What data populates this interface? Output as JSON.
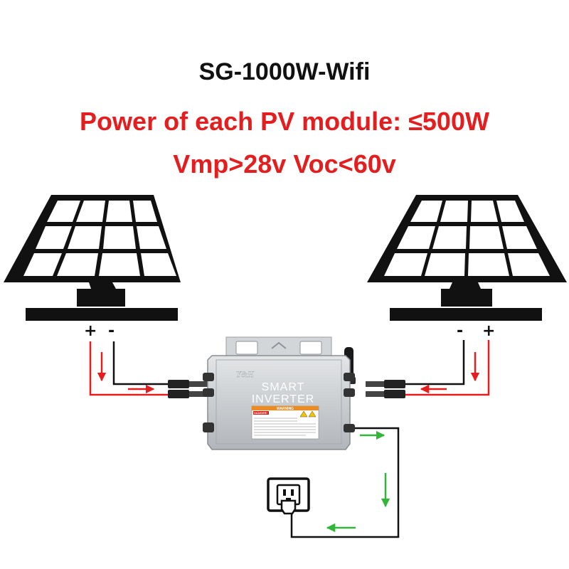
{
  "title": "SG-1000W-Wifi",
  "specs": {
    "power_line": "Power of each PV module: ≤500W",
    "voltage_line": "Vmp>28v Voc<60v"
  },
  "colors": {
    "spec_text": "#e41e1e",
    "dc_wire_red": "#e41e1e",
    "dc_wire_black": "#111111",
    "ac_arrow_green": "#33b53a",
    "inverter_body": "#c9cccf",
    "warning_orange": "#f08a1c"
  },
  "panels": {
    "left": {
      "plus": "+",
      "minus": "-"
    },
    "right": {
      "plus": "+",
      "minus": "-"
    }
  },
  "inverter": {
    "brand": "Y&H",
    "label_line1": "SMART",
    "label_line2": "INVERTER",
    "warning_header": "WARNING",
    "danger_label": "DANGER!"
  },
  "icons": {
    "panel": "solar-panel-icon",
    "outlet": "wall-outlet-icon",
    "antenna": "wifi-antenna-icon",
    "arrow": "arrow-icon"
  }
}
